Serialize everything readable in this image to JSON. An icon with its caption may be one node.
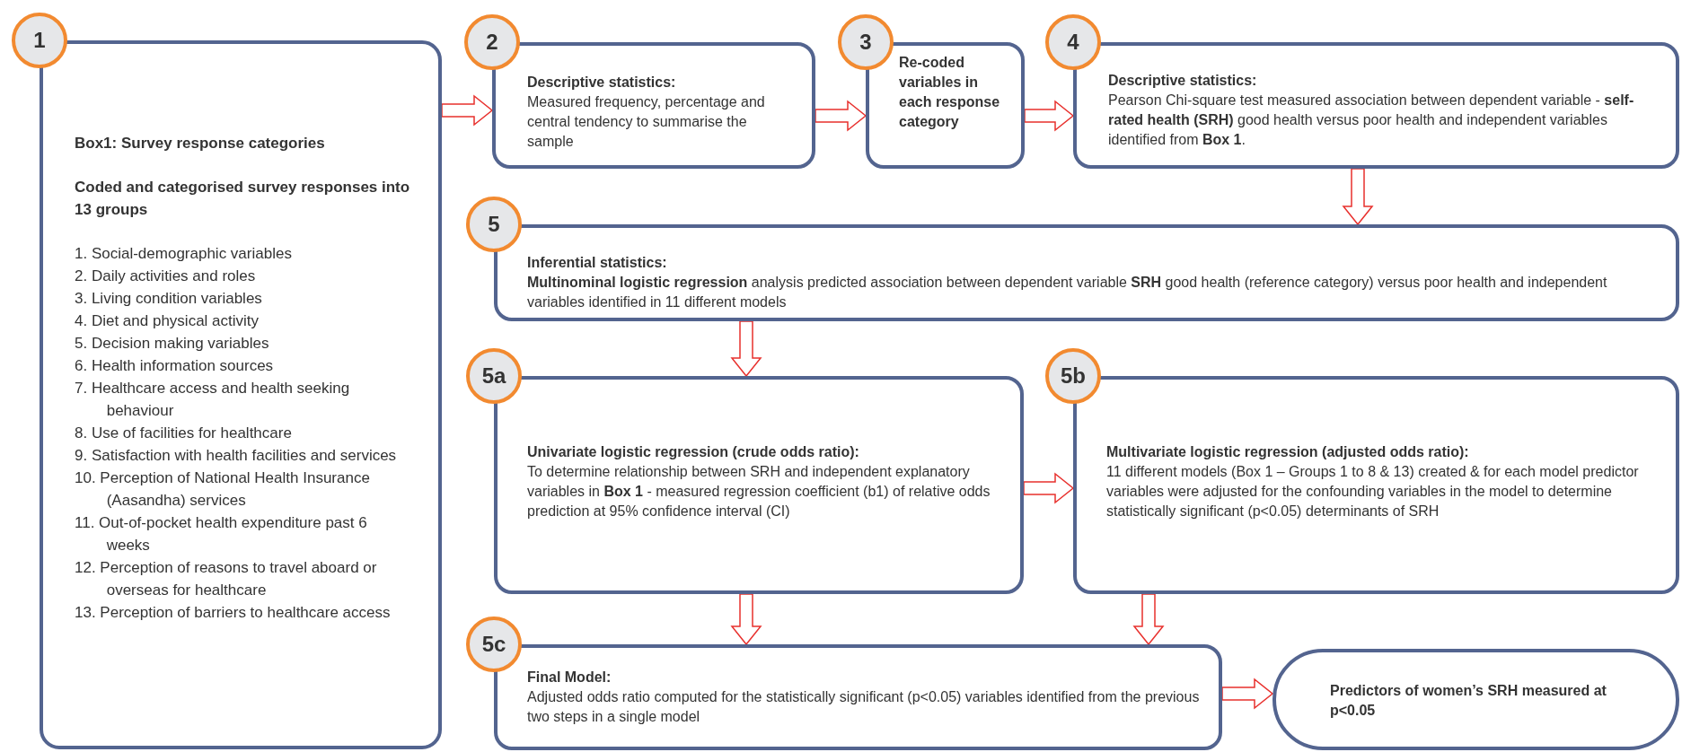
{
  "diagram": {
    "nodes": [
      {
        "text": [
          "1",
          "Box1: Survey response categories",
          "Coded and categorised survey responses into 13 groups",
          "1. Social-demographic variables",
          "2. Daily activities and roles",
          "3. Living condition variables",
          "4. Diet and physical activity",
          "5. Decision making variables",
          "6. Health information sources",
          "7. Healthcare access and health seeking behaviour",
          "8. Use of facilities for healthcare",
          "9. Satisfaction with health facilities and services",
          "10. Perception of National Health Insurance (Aasandha) services",
          "11. Out-of-pocket health expenditure past 6 weeks",
          "12. Perception of reasons to travel aboard or overseas for healthcare",
          "13. Perception of barriers to healthcare access"
        ]
      },
      {
        "text": [
          "2",
          "Descriptive statistics:",
          "Measured frequency, percentage and central tendency to summarise the sample"
        ]
      },
      {
        "text": [
          "3",
          "Re-coded variables in each response category"
        ]
      },
      {
        "text": [
          "4",
          "Descriptive statistics:",
          "Pearson Chi-square test measured association between dependent variable - **self-rated health (SRH)** good health versus poor health and independent variables identified from **Box 1**."
        ]
      },
      {
        "text": [
          "5",
          "Inferential statistics:",
          "**Multinominal logistic regression** analysis predicted association between dependent variable **SRH** good health (reference category) versus poor health and independent variables identified in 11 different models"
        ]
      },
      {
        "text": [
          "5a",
          "Univariate logistic regression (crude odds ratio):",
          "To determine relationship between SRH and independent explanatory variables in **Box 1** - measured regression coefficient (b1) of relative odds prediction at 95% confidence interval (CI)"
        ]
      },
      {
        "text": [
          "5b",
          "Multivariate logistic regression (adjusted odds ratio):",
          "11 different models (Box 1 – Groups 1 to 8 & 13) created & for each model predictor variables were adjusted for the confounding variables in the model to determine statistically significant (p<0.05) determinants of SRH"
        ]
      },
      {
        "text": [
          "5c",
          "Final Model:",
          "Adjusted odds ratio computed for the statistically significant (p<0.05) variables identified from the previous two steps in a single model"
        ]
      },
      {
        "text": [
          "Predictors of women’s SRH measured at p<0.05"
        ]
      }
    ],
    "edges": [
      {
        "from": 0,
        "to": 1,
        "arrow": "to"
      },
      {
        "from": 1,
        "to": 2,
        "arrow": "to"
      },
      {
        "from": 2,
        "to": 3,
        "arrow": "to"
      },
      {
        "from": 3,
        "to": 4,
        "arrow": "to"
      },
      {
        "from": 4,
        "to": 5,
        "arrow": "to"
      },
      {
        "from": 5,
        "to": 6,
        "arrow": "to"
      },
      {
        "from": 5,
        "to": 7,
        "arrow": "to"
      },
      {
        "from": 6,
        "to": 7,
        "arrow": "to"
      },
      {
        "from": 7,
        "to": 8,
        "arrow": "to"
      }
    ]
  }
}
